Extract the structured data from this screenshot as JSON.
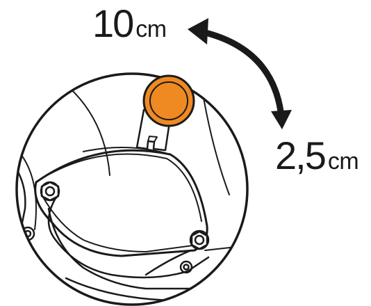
{
  "labels": {
    "max_value": "10",
    "max_unit": "cm",
    "min_value": "2,5",
    "min_unit": "cm"
  },
  "colors": {
    "knob": "#ef8a22",
    "line": "#1a1a1a"
  },
  "icons": {
    "adjust": "curved-double-arrow-icon",
    "knob": "adjustment-knob-icon"
  }
}
